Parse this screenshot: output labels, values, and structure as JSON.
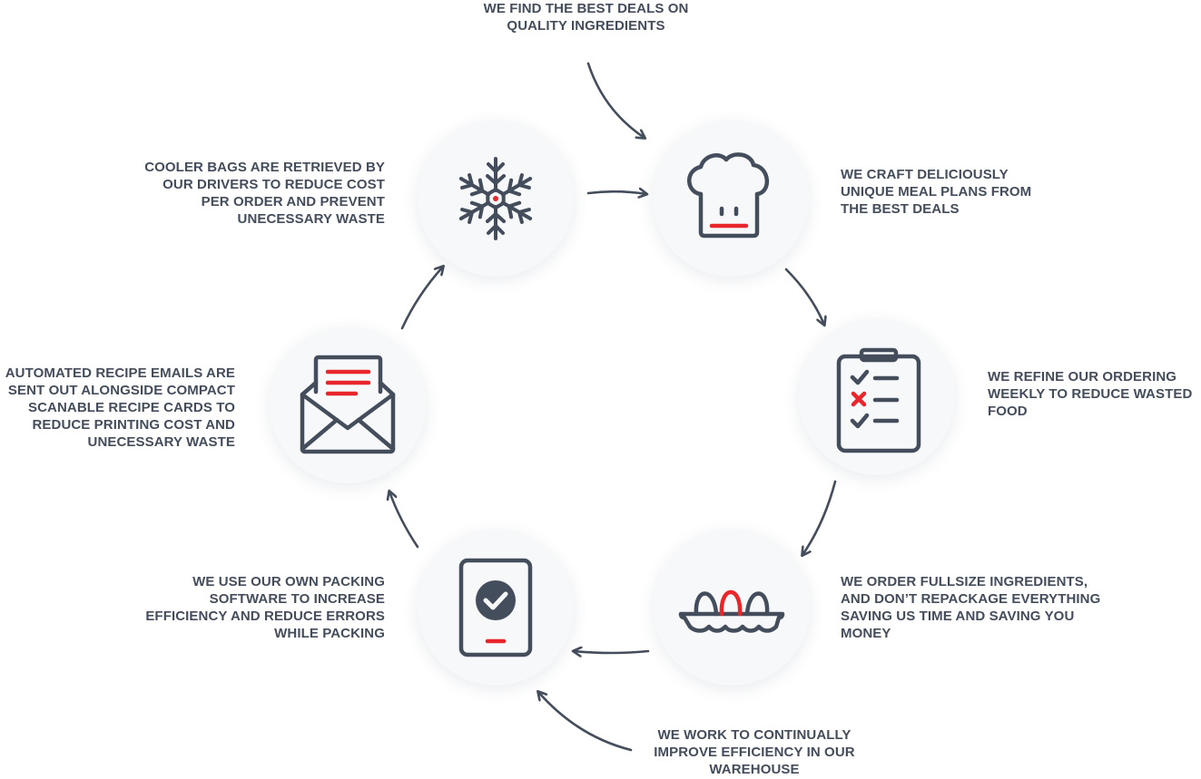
{
  "colors": {
    "ink": "#444d5b",
    "accent": "#e8262b",
    "circle": "#f6f8fa"
  },
  "steps": [
    {
      "id": "chef",
      "icon": "chef-hat-icon",
      "text": "WE CRAFT DELICIOUSLY\nUNIQUE MEAL PLANS FROM\nTHE BEST DEALS"
    },
    {
      "id": "clip",
      "icon": "clipboard-checklist-icon",
      "text": "WE REFINE OUR ORDERING\nWEEKLY TO REDUCE WASTED\nFOOD"
    },
    {
      "id": "eggs",
      "icon": "egg-carton-icon",
      "text": "WE ORDER FULLSIZE INGREDIENTS,\nAND DON’T REPACKAGE EVERYTHING\nSAVING US TIME AND SAVING  YOU\nMONEY"
    },
    {
      "id": "phone",
      "icon": "phone-check-icon",
      "text": "WE USE OUR OWN PACKING\nSOFTWARE TO INCREASE\nEFFICIENCY AND REDUCE ERRORS\nWHILE PACKING"
    },
    {
      "id": "mail",
      "icon": "envelope-icon",
      "text": "AUTOMATED RECIPE EMAILS ARE\nSENT OUT ALONGSIDE COMPACT\nSCANABLE RECIPE CARDS TO\nREDUCE PRINTING COST AND\nUNECESSARY WASTE"
    },
    {
      "id": "snow",
      "icon": "snowflake-icon",
      "text": "COOLER BAGS ARE RETRIEVED BY\nOUR DRIVERS TO REDUCE COST\nPER ORDER AND PREVENT\nUNECESSARY WASTE"
    }
  ],
  "inputs": {
    "top": "WE FIND THE BEST DEALS ON\nQUALITY INGREDIENTS",
    "bottom": "WE WORK TO CONTINUALLY\nIMPROVE EFFICIENCY IN OUR\nWAREHOUSE"
  }
}
